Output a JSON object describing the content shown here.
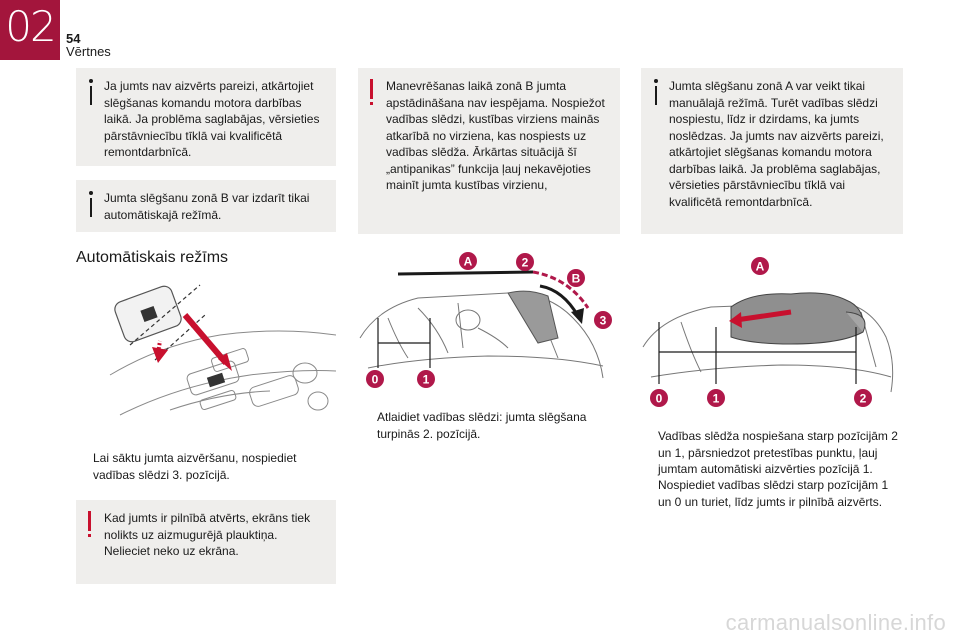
{
  "page": {
    "chapter": "02",
    "number": "54",
    "section": "Vērtnes"
  },
  "notes": [
    {
      "type": "info",
      "text": "Ja jumts nav aizvērts pareizi, atkārtojiet slēgšanas komandu motora darbības laikā. Ja problēma saglabājas, vērsieties pārstāvniecību tīklā vai kvalificētā remontdarbnīcā."
    },
    {
      "type": "info",
      "text": "Jumta slēgšanu zonā B var izdarīt tikai automātiskajā režīmā."
    },
    {
      "type": "warning",
      "text": "Manevrēšanas laikā zonā B jumta apstādināšana nav iespējama. Nospiežot vadības slēdzi, kustības virziens mainās atkarībā no virziena, kas nospiests uz vadības slēdža. Ārkārtas situācijā šī „antipanikas” funkcija ļauj nekavējoties mainīt jumta kustības virzienu,"
    },
    {
      "type": "info",
      "text": "Jumta slēgšanu zonā A var veikt tikai manuālajā režīmā. Turēt vadības slēdzi nospiestu, līdz ir dzirdams, ka jumts noslēdzas. Ja jumts nav aizvērts pareizi, atkārtojiet slēgšanas komandu motora darbības laikā. Ja problēma saglabājas, vērsieties pārstāvniecību tīklā vai kvalificētā remontdarbnīcā."
    },
    {
      "type": "warning",
      "text": "Kad jumts ir pilnībā atvērts, ekrāns tiek nolikts uz aizmugurējā plauktiņa. Nelieciet neko uz ekrāna."
    }
  ],
  "heading": "Automātiskais režīms",
  "bullets": [
    {
      "glyph": "",
      "text": "Lai sāktu jumta aizvēršanu, nospiediet vadības slēdzi 3. pozīcijā."
    },
    {
      "glyph": "",
      "text": "Atlaidiet vadības slēdzi: jumta slēgšana turpinās 2. pozīcijā."
    },
    {
      "glyph": "",
      "text": "Vadības slēdža nospiešana starp pozīcijām 2 un 1, pārsniedzot pretestības punktu, ļauj jumtam automātiski aizvērties pozīcijā 1."
    },
    {
      "glyph": "",
      "text": "Nospiediet vadības slēdzi starp pozīcijām 1 un 0 un turiet, līdz jumts ir pilnībā aizvērts."
    }
  ],
  "labels": {
    "A": "A",
    "B": "B",
    "p0": "0",
    "p1": "1",
    "p2": "2",
    "p3": "3"
  },
  "colors": {
    "accent": "#a3153c",
    "warning": "#c8102e",
    "badge": "#b0184a",
    "box": "#efeeec"
  },
  "footer": "carmanualsonline.info"
}
